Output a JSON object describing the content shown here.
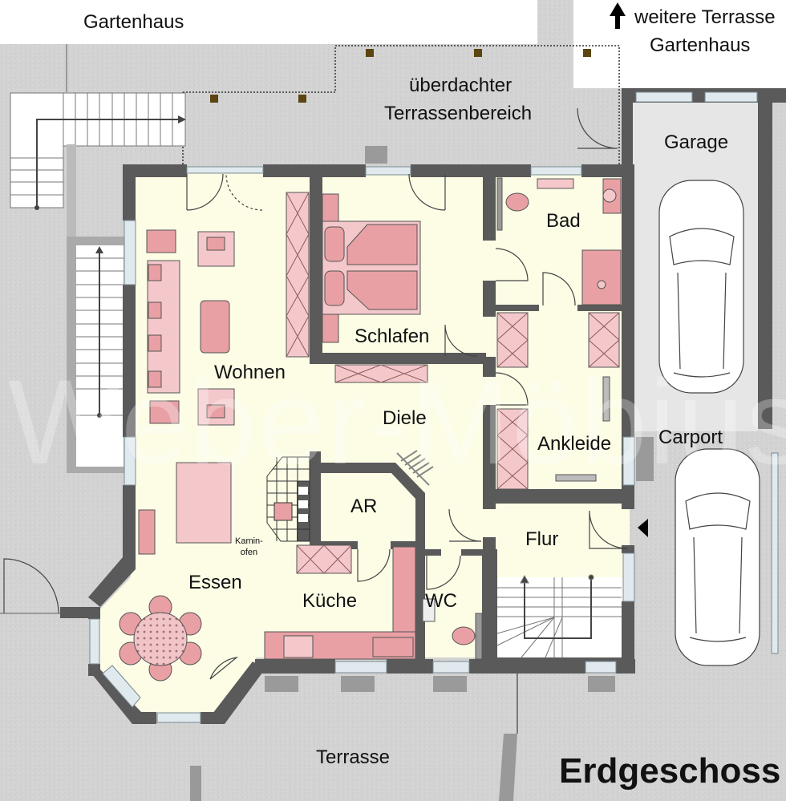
{
  "plan": {
    "title": "Erdgeschoss",
    "watermark": "Weber-Möbius",
    "colors": {
      "wall": "#5a5a5a",
      "floor_interior": "#fdfde6",
      "ground_outside": "#d4d4d4",
      "garage_floor": "#e6e6e6",
      "furniture": "#e8a0a4",
      "furniture_light": "#f4c8cb",
      "window": "#d6e4ea",
      "post": "#5a4410"
    },
    "outside_labels": {
      "gartenhaus": "Gartenhaus",
      "weitere_terrasse_line1": "weitere Terrasse",
      "weitere_terrasse_line2": "Gartenhaus",
      "ueberdacht_line1": "überdachter",
      "ueberdacht_line2": "Terrassenbereich",
      "terrasse": "Terrasse",
      "carport": "Carport",
      "garage": "Garage"
    },
    "rooms": {
      "wohnen": "Wohnen",
      "schlafen": "Schlafen",
      "bad": "Bad",
      "diele": "Diele",
      "ankleide": "Ankleide",
      "ar": "AR",
      "flur": "Flur",
      "essen": "Essen",
      "kueche": "Küche",
      "wc": "WC"
    },
    "fixtures": {
      "kaminofen_line1": "Kamin-",
      "kaminofen_line2": "ofen"
    },
    "icons": {
      "north_arrow": "arrow-up-icon",
      "entrance_marker": "triangle-left-icon"
    }
  }
}
